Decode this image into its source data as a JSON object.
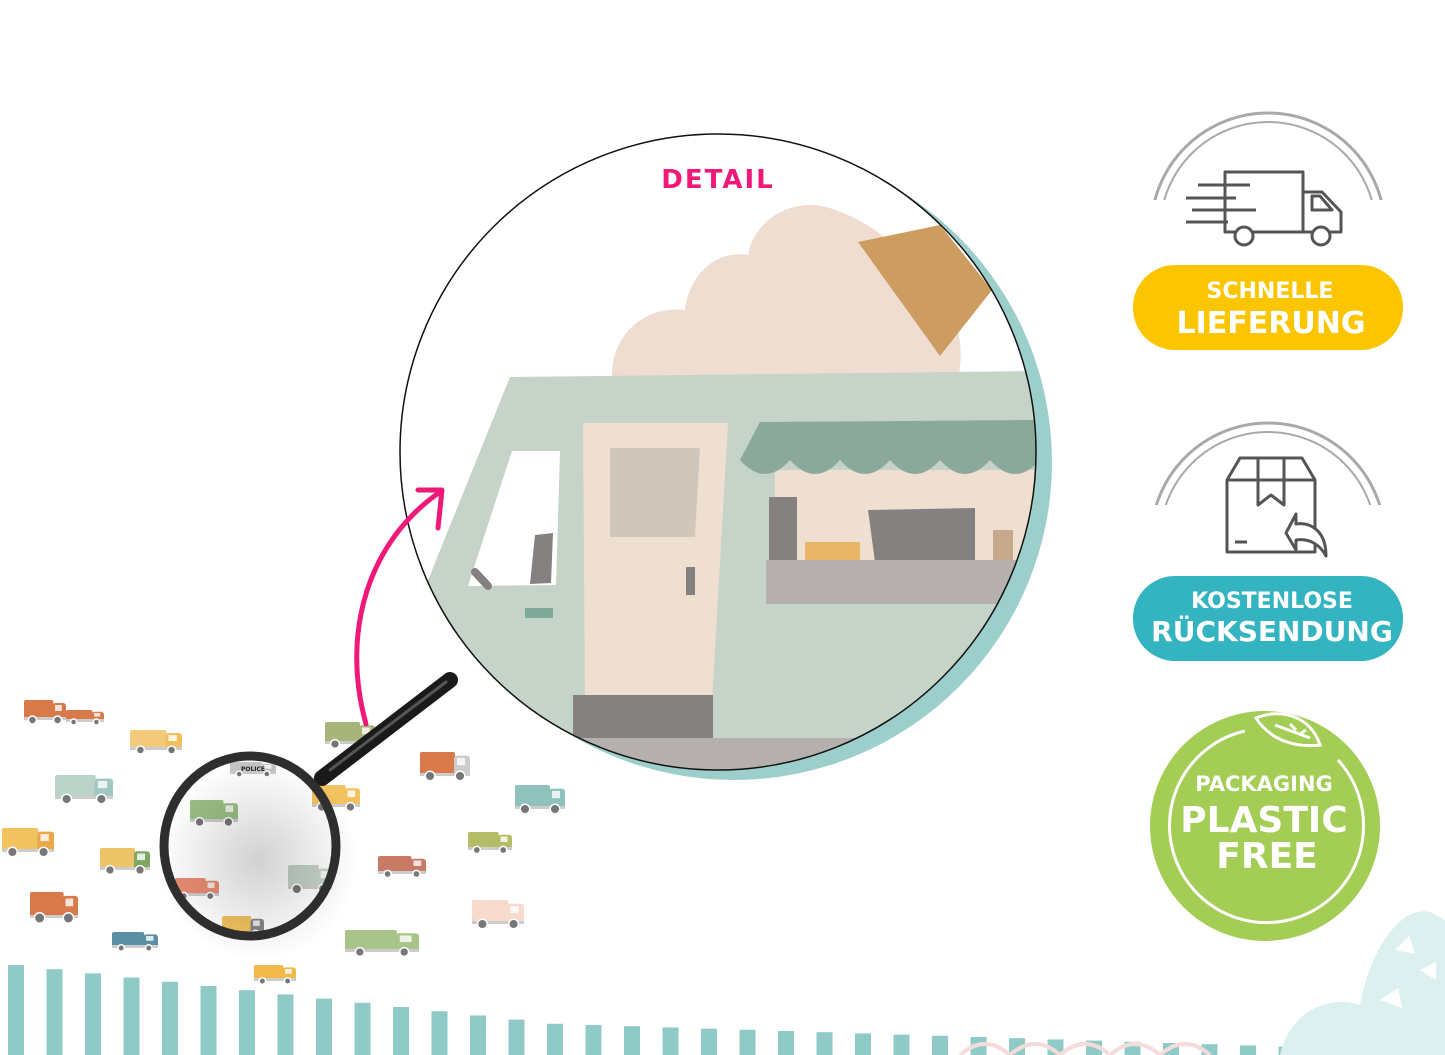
{
  "detail": {
    "label": "DETAIL"
  },
  "badges": {
    "delivery": {
      "line1": "SCHNELLE",
      "line2": "LIEFERUNG",
      "icon": "delivery-truck-icon",
      "color": "#fbc500"
    },
    "returns": {
      "line1": "KOSTENLOSE",
      "line2": "RÜCKSENDUNG",
      "icon": "box-return-icon",
      "color": "#34b4c0"
    },
    "packaging": {
      "line1": "PACKAGING",
      "line2": "PLASTIC",
      "line3": "FREE",
      "icon": "leaf-icon",
      "color": "#a3cd55"
    }
  },
  "police_car": {
    "label": "POLICE"
  },
  "colors": {
    "accent_pink": "#f0197a",
    "teal": "#8fcac6"
  }
}
